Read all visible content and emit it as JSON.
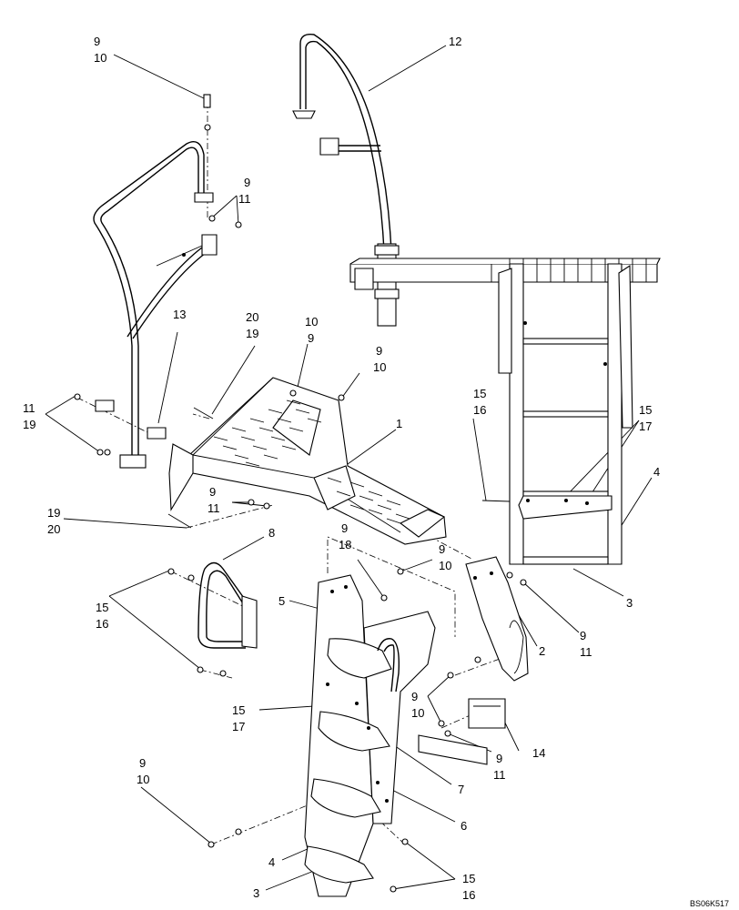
{
  "drawing": {
    "reference": "BS06K517",
    "callouts": [
      {
        "id": "c-9-10-top",
        "lines": [
          "9",
          "10"
        ]
      },
      {
        "id": "c-12",
        "lines": [
          "12"
        ]
      },
      {
        "id": "c-9-11-upper",
        "lines": [
          "9",
          "11"
        ]
      },
      {
        "id": "c-13",
        "lines": [
          "13"
        ]
      },
      {
        "id": "c-20-19",
        "lines": [
          "20",
          "19"
        ]
      },
      {
        "id": "c-10-9",
        "lines": [
          "10",
          "9"
        ]
      },
      {
        "id": "c-9-10-mid",
        "lines": [
          "9",
          "10"
        ]
      },
      {
        "id": "c-11-19",
        "lines": [
          "11",
          "19"
        ]
      },
      {
        "id": "c-15-16-right",
        "lines": [
          "15",
          "16"
        ]
      },
      {
        "id": "c-15-17-right",
        "lines": [
          "15",
          "17"
        ]
      },
      {
        "id": "c-1",
        "lines": [
          "1"
        ]
      },
      {
        "id": "c-4-right",
        "lines": [
          "4"
        ]
      },
      {
        "id": "c-9-11-left",
        "lines": [
          "9",
          "11"
        ]
      },
      {
        "id": "c-19-20",
        "lines": [
          "19",
          "20"
        ]
      },
      {
        "id": "c-9-18",
        "lines": [
          "9",
          "18"
        ]
      },
      {
        "id": "c-9-10-center",
        "lines": [
          "9",
          "10"
        ]
      },
      {
        "id": "c-8",
        "lines": [
          "8"
        ]
      },
      {
        "id": "c-3-right",
        "lines": [
          "3"
        ]
      },
      {
        "id": "c-15-16-left",
        "lines": [
          "15",
          "16"
        ]
      },
      {
        "id": "c-5",
        "lines": [
          "5"
        ]
      },
      {
        "id": "c-9-11-bracket",
        "lines": [
          "9",
          "11"
        ]
      },
      {
        "id": "c-2",
        "lines": [
          "2"
        ]
      },
      {
        "id": "c-15-17-center",
        "lines": [
          "15",
          "17"
        ]
      },
      {
        "id": "c-9-10-lower",
        "lines": [
          "9",
          "10"
        ]
      },
      {
        "id": "c-9-11-lower",
        "lines": [
          "9",
          "11"
        ]
      },
      {
        "id": "c-14",
        "lines": [
          "14"
        ]
      },
      {
        "id": "c-7",
        "lines": [
          "7"
        ]
      },
      {
        "id": "c-9-10-bottom",
        "lines": [
          "9",
          "10"
        ]
      },
      {
        "id": "c-6",
        "lines": [
          "6"
        ]
      },
      {
        "id": "c-4-bottom",
        "lines": [
          "4"
        ]
      },
      {
        "id": "c-3-bottom",
        "lines": [
          "3"
        ]
      },
      {
        "id": "c-15-16-bottom",
        "lines": [
          "15",
          "16"
        ]
      }
    ]
  }
}
